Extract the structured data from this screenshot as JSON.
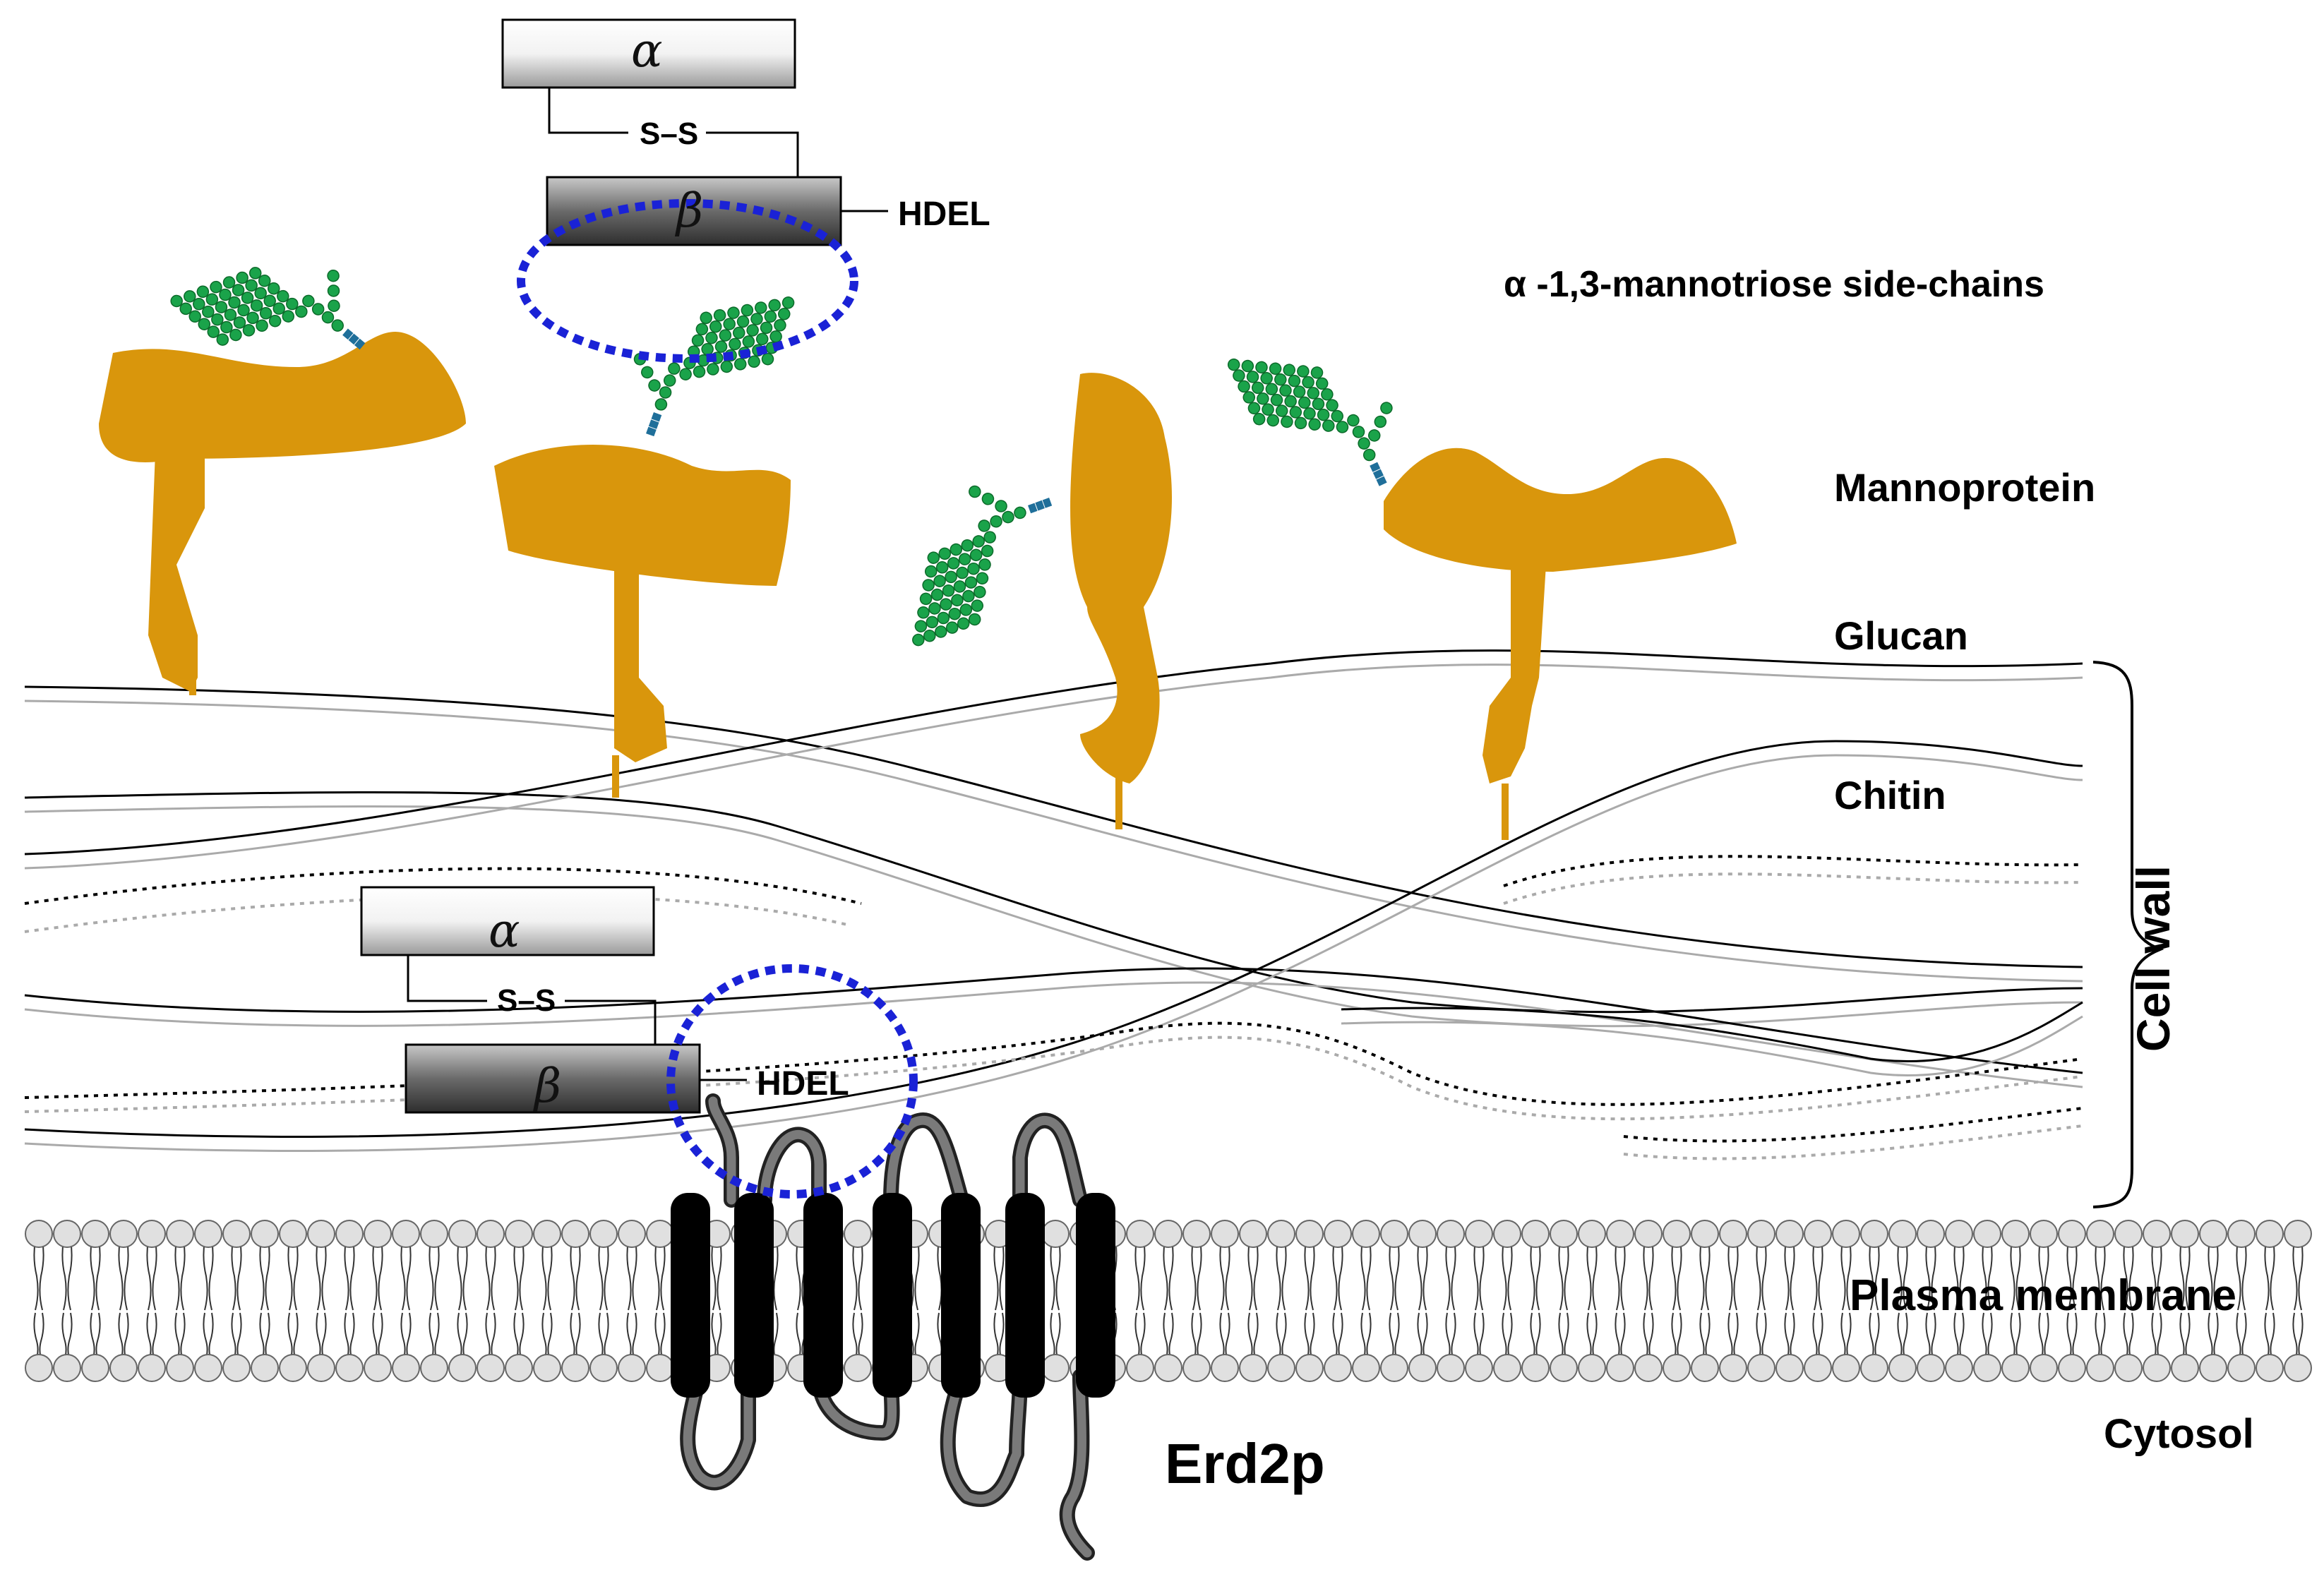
{
  "labels": {
    "side_chains": "α -1,3-mannotriose side-chains",
    "mannoprotein": "Mannoprotein",
    "glucan": "Glucan",
    "chitin": "Chitin",
    "cell_wall": "Cell wall",
    "plasma_membrane": "Plasma membrane",
    "cytosol": "Cytosol",
    "receptor": "Erd2p"
  },
  "toxin_top": {
    "alpha": "α",
    "beta": "β",
    "disulfide": "S–S",
    "signal": "HDEL"
  },
  "toxin_bottom": {
    "alpha": "α",
    "beta": "β",
    "disulfide": "S–S",
    "signal": "HDEL"
  },
  "colors": {
    "mannoprotein": "#d9960c",
    "mannose": "#1aa34a",
    "linker": "#1f6f9a",
    "binding_circle": "#1a22d6",
    "lipid_head": "#e0e0e0",
    "receptor_helix": "#000000",
    "receptor_loop": "#707070"
  }
}
